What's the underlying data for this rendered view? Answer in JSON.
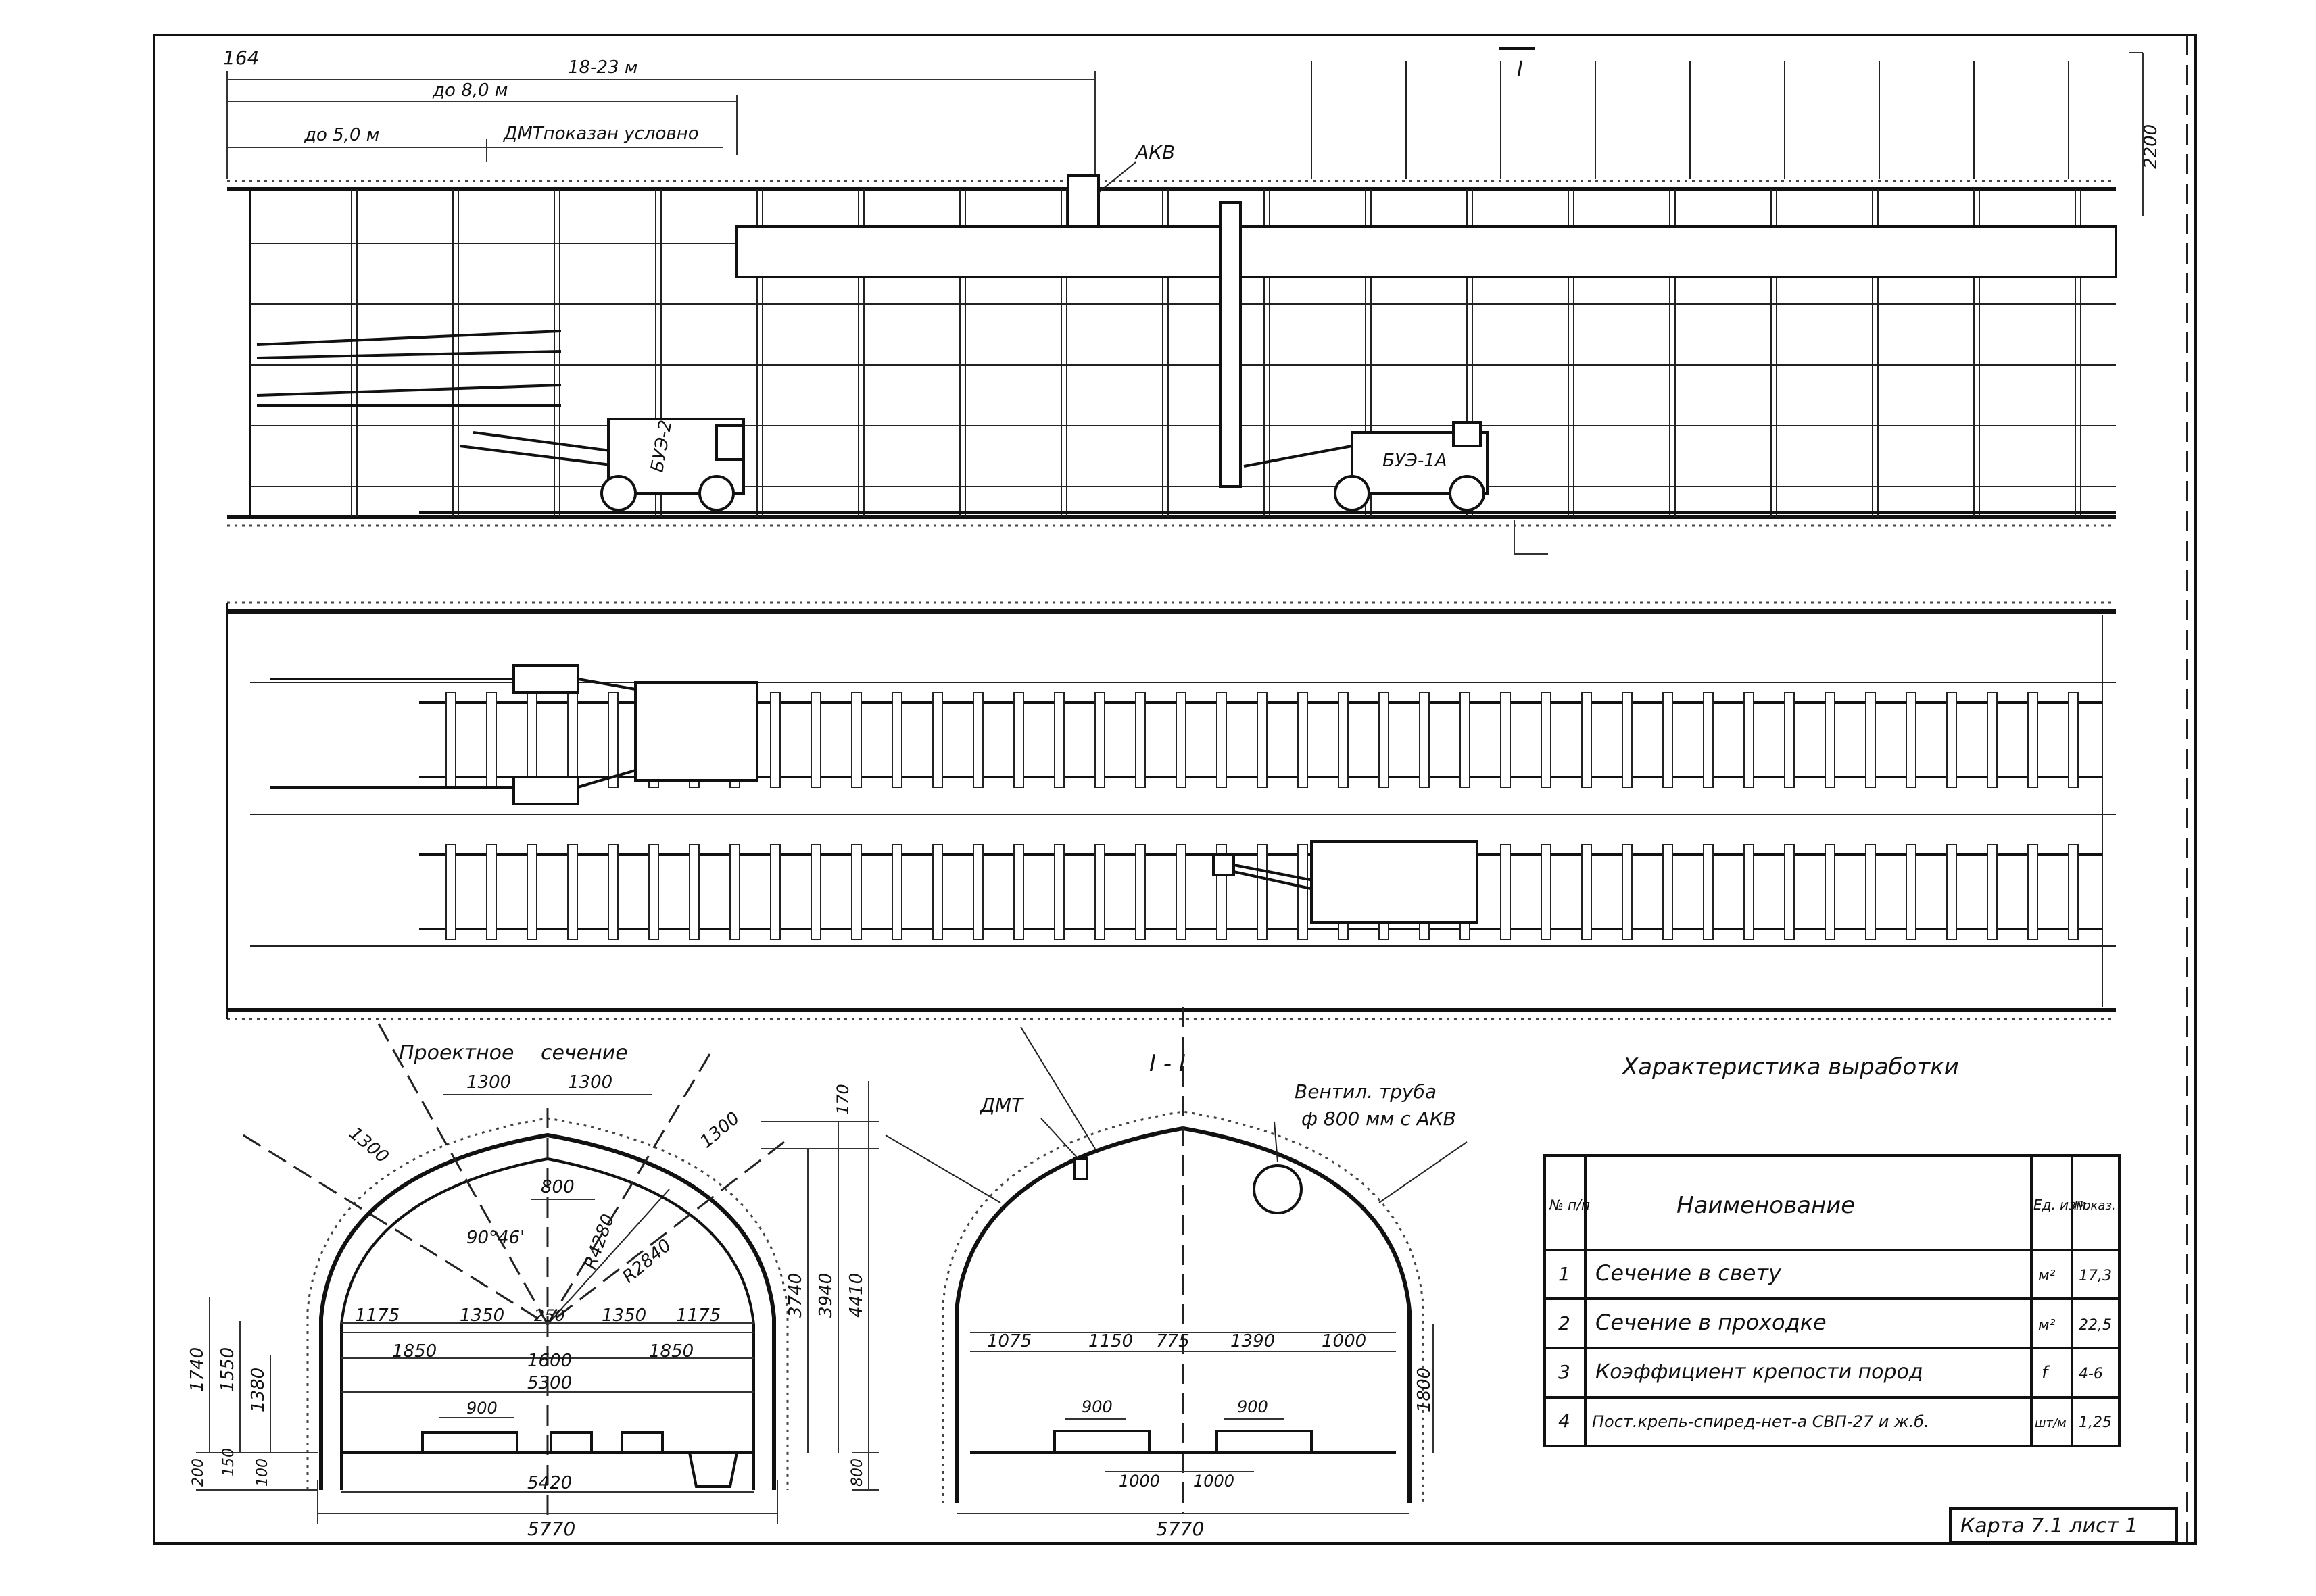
{
  "page_number": "164",
  "top_view": {
    "dims": {
      "d1": "18-23 м",
      "d2": "до 8,0 м",
      "d3": "до 5,0 м"
    },
    "dmt_note": "ДМТпоказан условно",
    "akv": "АКВ",
    "height_dim": "2200",
    "section_mark": "I",
    "machine_left": "БУЭ-2",
    "machine_right": "БУЭ-1А"
  },
  "project_section": {
    "title_a": "Проектное",
    "title_b": "сечение",
    "dims": {
      "w1300a": "1300",
      "w1300b": "1300",
      "side1300a": "1300",
      "side1300b": "1300",
      "d800": "800",
      "angle": "90°46'",
      "r4": "R4280",
      "r2": "R2840",
      "t1175a": "1175",
      "t1350a": "1350",
      "t250": "250",
      "t1350b": "1350",
      "t1175b": "1175",
      "m1850a": "1850",
      "m1600": "1600",
      "m1850b": "1850",
      "w5300": "5300",
      "rail900": "900",
      "w5420": "5420",
      "w5770": "5770",
      "h170": "170",
      "h3740": "3740",
      "h3940": "3940",
      "h4410": "4410",
      "h800": "800",
      "l1740": "1740",
      "l1550": "1550",
      "l1380": "1380",
      "l150": "150",
      "l200": "200",
      "l100": "100"
    }
  },
  "cross_section": {
    "title": "I - I",
    "dmt": "ДМТ",
    "vent_a": "Вентил. труба",
    "vent_b": "ф 800 мм с АКВ",
    "dims": {
      "a1075": "1075",
      "a1150": "1150",
      "a775": "775",
      "a1390": "1390",
      "a1000": "1000",
      "h1800": "1800",
      "r900a": "900",
      "r900b": "900",
      "b1000a": "1000",
      "b1000b": "1000",
      "w5770": "5770"
    }
  },
  "characteristics": {
    "title": "Характеристика выработки",
    "headers": {
      "num": "№ п/п",
      "name": "Наименование",
      "unit": "Ед. изм.",
      "value": "Показ."
    },
    "rows": [
      {
        "num": "1",
        "name": "Сечение в свету",
        "unit": "м²",
        "value": "17,3"
      },
      {
        "num": "2",
        "name": "Сечение в проходке",
        "unit": "м²",
        "value": "22,5"
      },
      {
        "num": "3",
        "name": "Коэффициент крепости пород",
        "unit": "f",
        "value": "4-6"
      },
      {
        "num": "4",
        "name": "Пост.крепь-спиред-нет-а СВП-27 и ж.б.",
        "unit": "шт/м",
        "value": "1,25"
      }
    ]
  },
  "footer": "Карта 7.1 лист 1"
}
